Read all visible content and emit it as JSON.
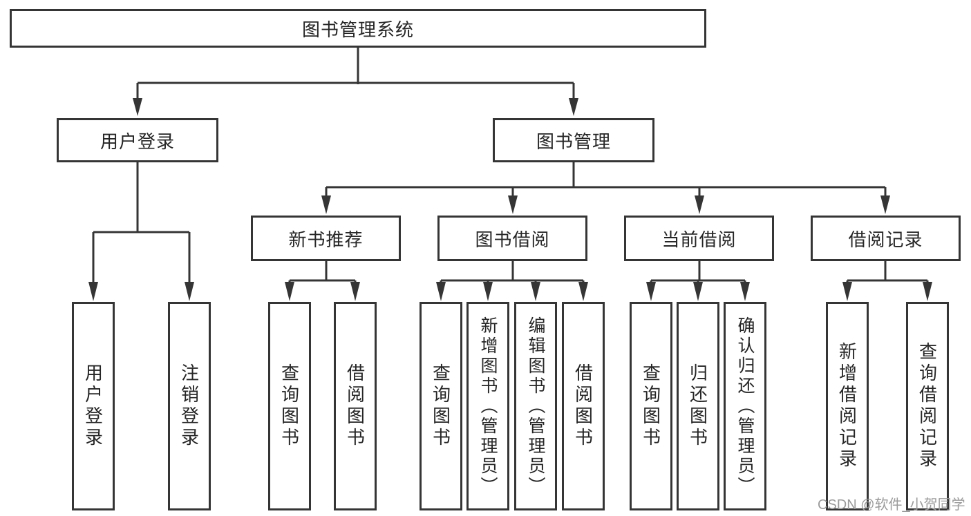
{
  "tree": {
    "root": "图书管理系统",
    "user": {
      "label": "用户登录",
      "children": {
        "login": "用户登录",
        "logout": "注销登录"
      }
    },
    "book": {
      "label": "图书管理",
      "recommend": {
        "label": "新书推荐",
        "query": "查询图书",
        "borrow": "借阅图书"
      },
      "borrowing": {
        "label": "图书借阅",
        "query": "查询图书",
        "add": "新增图书（管理员）",
        "edit": "编辑图书（管理员）",
        "borrow": "借阅图书"
      },
      "current": {
        "label": "当前借阅",
        "query": "查询图书",
        "return": "归还图书",
        "confirm": "确认归还（管理员）"
      },
      "records": {
        "label": "借阅记录",
        "add": "新增借阅记录",
        "query": "查询借阅记录"
      }
    }
  },
  "watermark": "CSDN @软件_小贺同学",
  "colors": {
    "line": "#353535",
    "text": "#262626",
    "watermark": "#9b9b9b",
    "background": "#ffffff"
  }
}
